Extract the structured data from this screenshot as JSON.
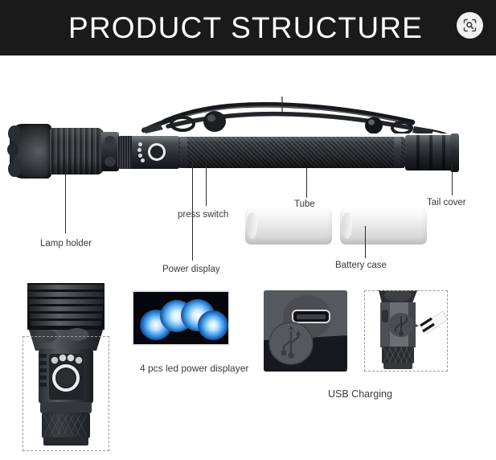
{
  "header": {
    "title": "PRODUCT STRUCTURE",
    "lens_icon": "lens-scan-icon",
    "background_color": "#1a1a1a",
    "text_color": "#ffffff"
  },
  "diagram": {
    "callouts": [
      {
        "id": "lamp-holder",
        "label": "Lamp holder"
      },
      {
        "id": "press-switch",
        "label": "press switch"
      },
      {
        "id": "power-display",
        "label": "Power display"
      },
      {
        "id": "tube",
        "label": "Tube"
      },
      {
        "id": "tail-cover",
        "label": "Tail cover"
      },
      {
        "id": "battery-case",
        "label": "Battery case"
      }
    ],
    "parts": {
      "lanyard": "lanyard-strap",
      "bezel": "lamp-bezel",
      "fins": "cooling-fins",
      "switch": "power-switch-button",
      "tube": "knurled-tube",
      "tail": "tail-cap"
    }
  },
  "bottom": {
    "switch_closeup": {
      "name": "switch-closeup-photo",
      "caption": ""
    },
    "led_display": {
      "name": "led-power-display-photo",
      "caption": "4 pcs led power displayer",
      "led_count": 4,
      "led_color": "#5ab6ff",
      "background_color": "#05070d"
    },
    "usb": {
      "caption": "USB Charging",
      "port_photo": "usb-port-closeup-photo",
      "cable_photo": "usb-cable-plugin-photo"
    }
  },
  "colors": {
    "page_background": "#ffffff",
    "label_text": "#3a3a3a",
    "leader_line": "#2b2b2b",
    "dashed_border": "#9a9a9a",
    "metal_dark": "#24272b",
    "metal_light": "#7a7e83",
    "battery_case": "#e8e8e8"
  }
}
